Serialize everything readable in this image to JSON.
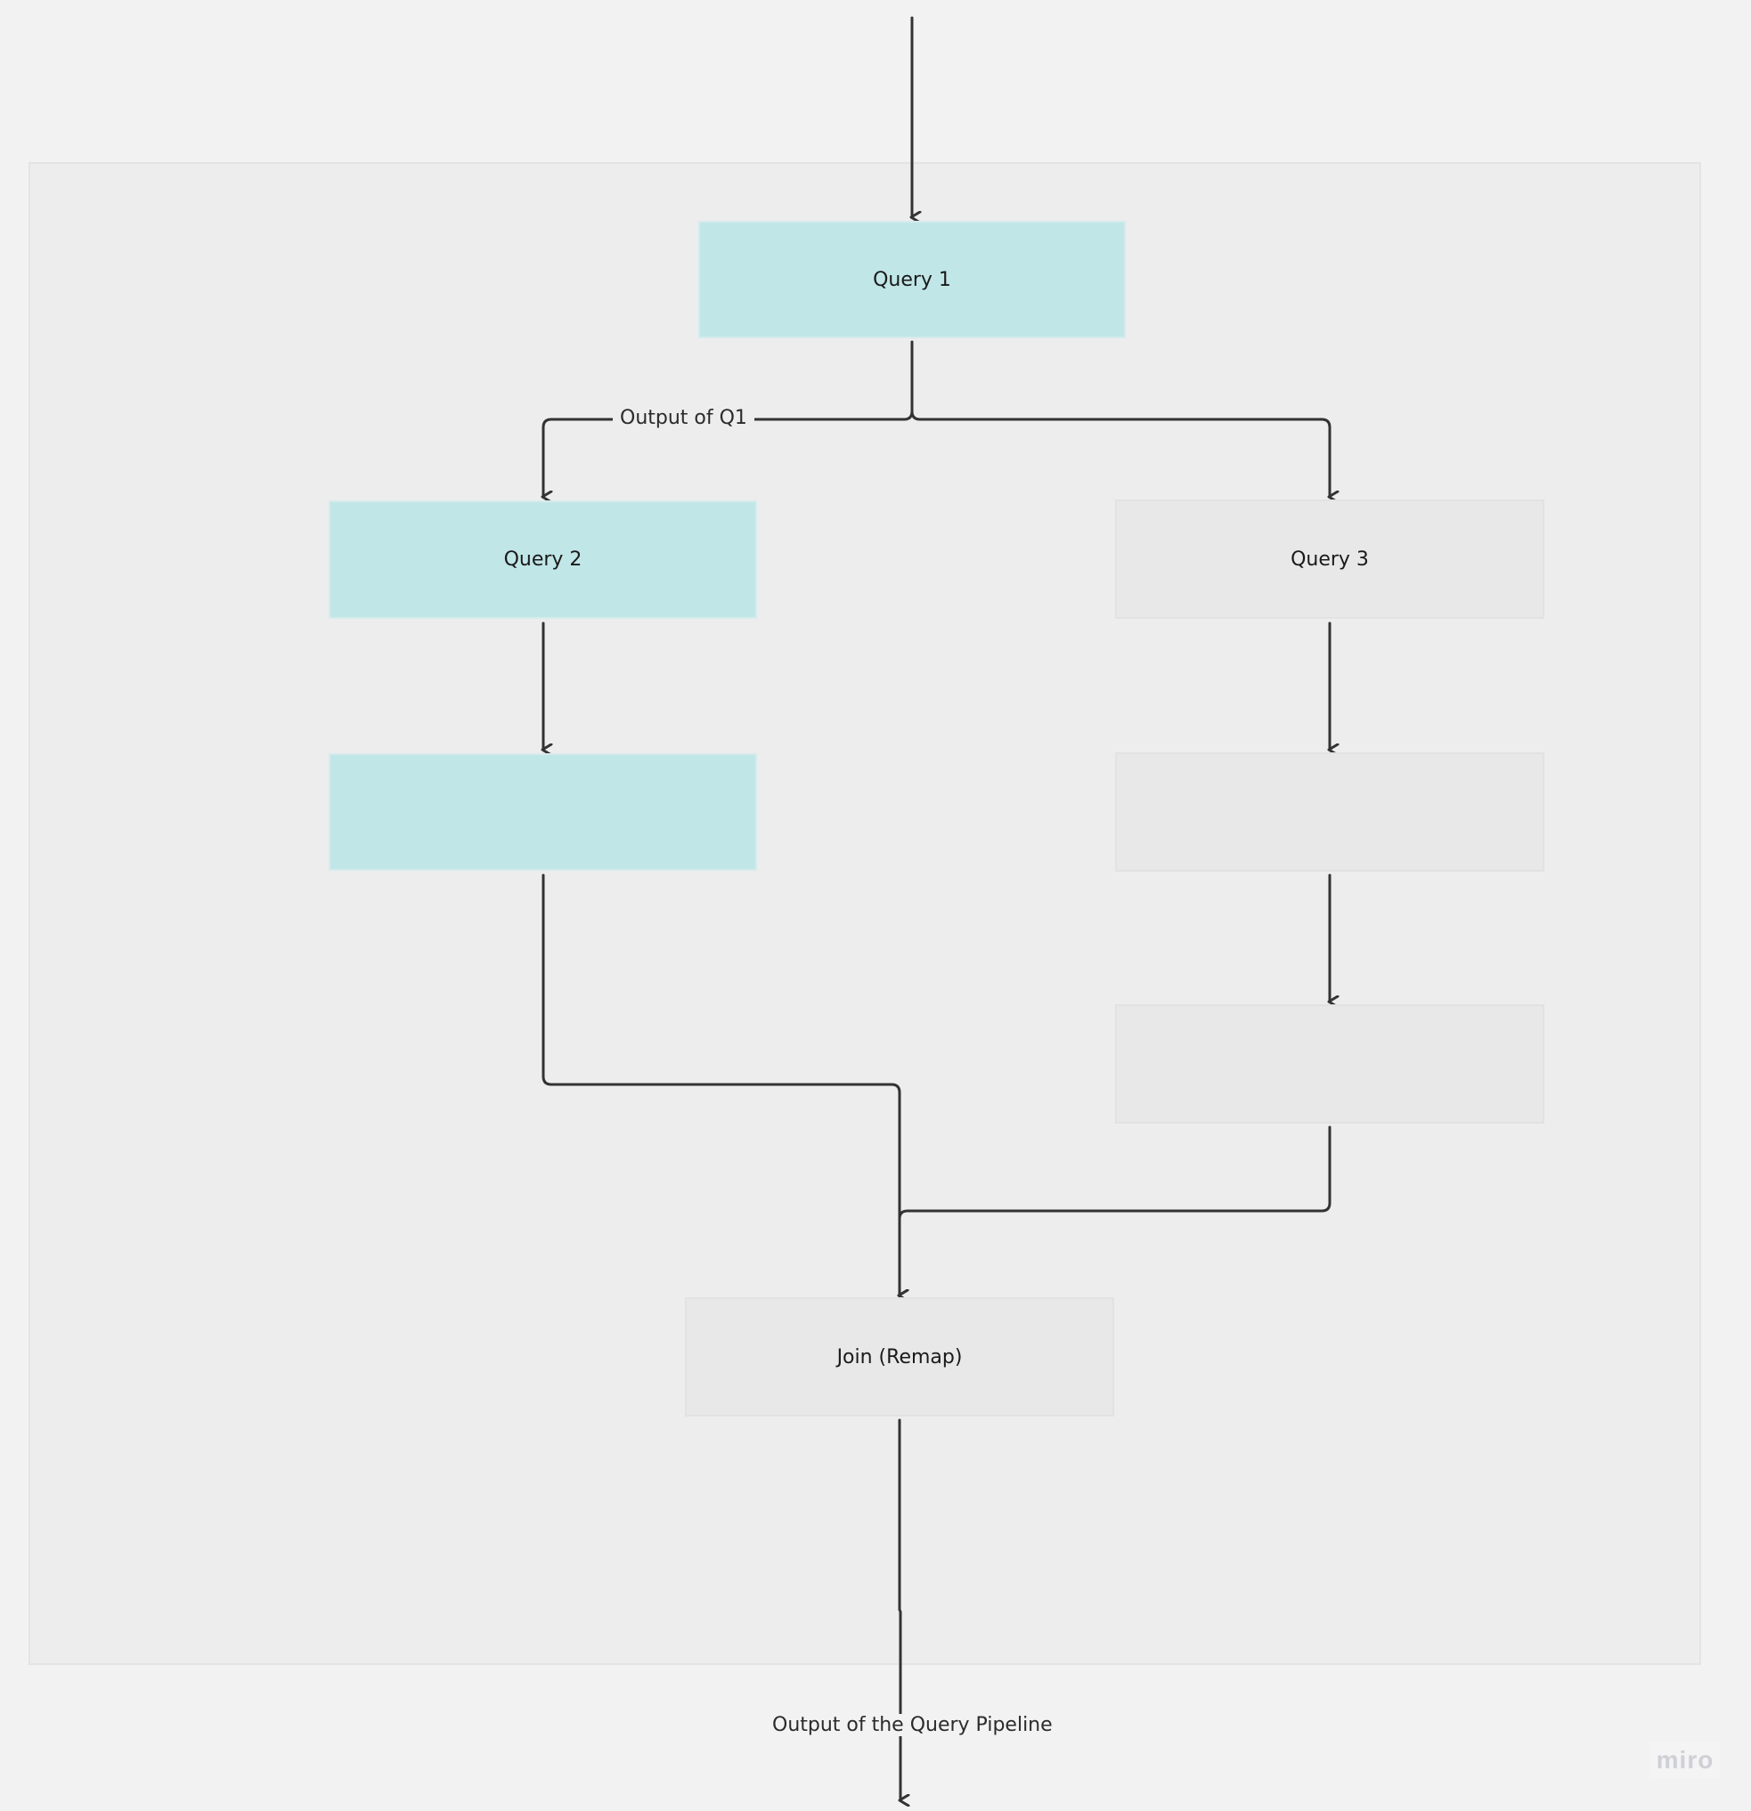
{
  "diagram": {
    "nodes": {
      "query1": {
        "label": "Query 1",
        "fill": "#c1e6e7"
      },
      "query2": {
        "label": "Query 2",
        "fill": "#c1e6e7"
      },
      "query2_next": {
        "label": "",
        "fill": "#c1e6e7"
      },
      "query3": {
        "label": "Query 3",
        "fill": "#e8e8e8"
      },
      "query3_next": {
        "label": "",
        "fill": "#e8e8e8"
      },
      "query3_next2": {
        "label": "",
        "fill": "#e8e8e8"
      },
      "join": {
        "label": "Join (Remap)",
        "fill": "#e8e8e8"
      }
    },
    "edge_labels": {
      "q1_output": "Output of Q1",
      "pipeline_output": "Output of the Query Pipeline"
    },
    "edge_color": "#333333"
  },
  "branding": {
    "logo_text": "miro"
  }
}
